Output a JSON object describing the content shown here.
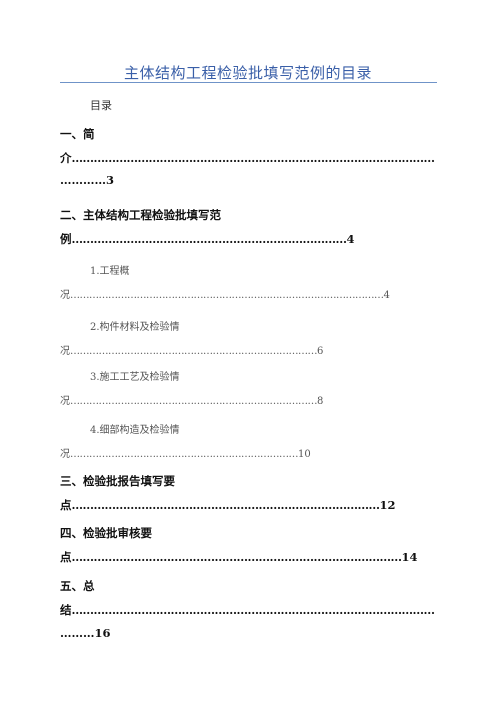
{
  "document": {
    "title": "主体结构工程检验批填写范例的目录",
    "toc_heading": "目录"
  },
  "toc": {
    "e1": {
      "head": "一、简",
      "tail": "介",
      "leader": "………………………………………………………………………………………",
      "cont": "…………3"
    },
    "e2": {
      "head": "二、主体结构工程检验批填写范",
      "tail": "例",
      "leader": "…………………………………………………………………",
      "page": "4"
    },
    "e3": {
      "head": "1.工程概",
      "tail": "况",
      "leader": "………………………………………………………………………………………",
      "page": "4"
    },
    "e4": {
      "head": "2.构件材料及检验情",
      "tail": "况",
      "leader": "……………………………………………………………………",
      "page": "6"
    },
    "e5": {
      "head": "3.施工工艺及检验情",
      "tail": "况",
      "leader": "……………………………………………………………………",
      "page": "8"
    },
    "e6": {
      "head": "4.细部构造及检验情",
      "tail": "况",
      "leader": "………………………………………………………………",
      "page": "10"
    },
    "e7": {
      "head": "三、检验批报告填写要",
      "tail": "点",
      "leader": "…………………………………………………………………………",
      "page": "12"
    },
    "e8": {
      "head": "四、检验批审核要",
      "tail": "点",
      "leader": "………………………………………………………………………………",
      "page": "14"
    },
    "e9": {
      "head": "五、总",
      "tail": "结",
      "leader": "………………………………………………………………………………………",
      "cont": "………16"
    }
  }
}
